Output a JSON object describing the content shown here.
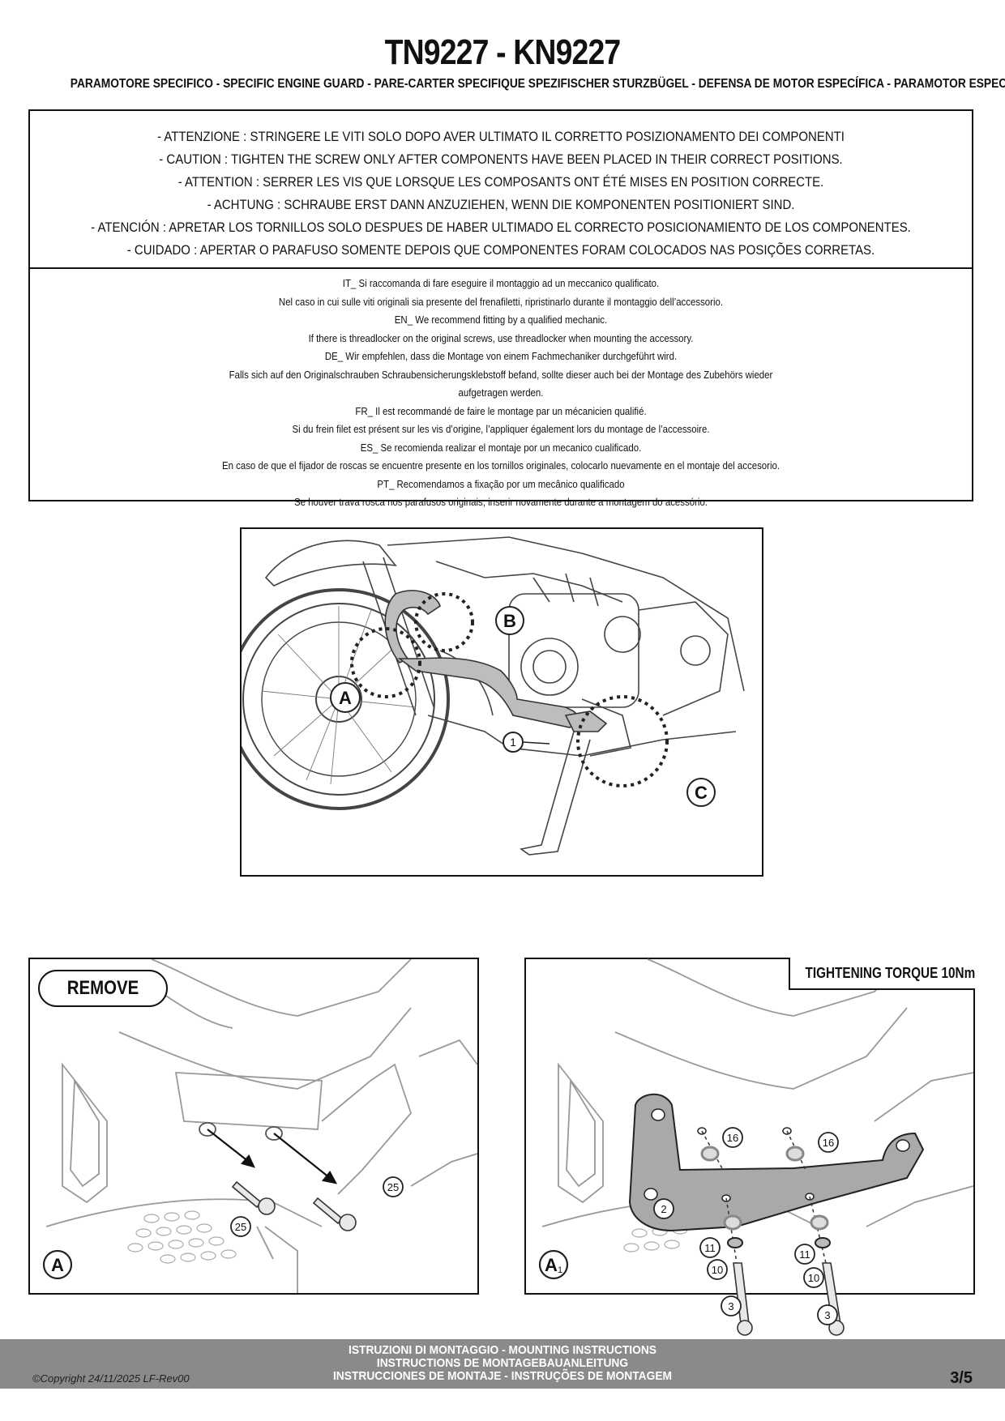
{
  "header": {
    "title": "TN9227 - KN9227",
    "subtitle": "PARAMOTORE SPECIFICO  -  SPECIFIC ENGINE GUARD - PARE-CARTER SPECIFIQUE SPEZIFISCHER STURZBÜGEL - DEFENSA DE MOTOR ESPECÍFICA - PARAMOTOR ESPECÍFICO"
  },
  "warnings": [
    "- ATTENZIONE : STRINGERE LE VITI SOLO DOPO AVER ULTIMATO IL CORRETTO POSIZIONAMENTO DEI COMPONENTI",
    "- CAUTION : TIGHTEN THE SCREW ONLY AFTER COMPONENTS HAVE BEEN PLACED IN THEIR CORRECT POSITIONS.",
    "- ATTENTION : SERRER LES VIS QUE LORSQUE LES COMPOSANTS ONT ÉTÉ MISES EN POSITION CORRECTE.",
    "- ACHTUNG : SCHRAUBE ERST DANN ANZUZIEHEN, WENN DIE KOMPONENTEN POSITIONIERT SIND.",
    "- ATENCIÓN : APRETAR LOS TORNILLOS SOLO DESPUES DE HABER ULTIMADO EL CORRECTO POSICIONAMIENTO DE LOS COMPONENTES.",
    "- CUIDADO : APERTAR O PARAFUSO SOMENTE DEPOIS QUE COMPONENTES FORAM COLOCADOS NAS POSIÇÕES CORRETAS."
  ],
  "info_lines": [
    "IT_ Si raccomanda di fare eseguire il montaggio ad un meccanico qualificato.",
    "Nel caso in cui sulle viti originali sia presente del frenafiletti, ripristinarlo durante il montaggio dell’accessorio.",
    "EN_ We recommend fitting by a qualified mechanic.",
    "If there is threadlocker on the original screws, use threadlocker when mounting the accessory.",
    "DE_ Wir empfehlen, dass die Montage von einem Fachmechaniker durchgeführt wird.",
    "Falls sich auf den Originalschrauben Schraubensicherungsklebstoff befand, sollte dieser auch bei der Montage des Zubehörs wieder",
    "aufgetragen werden.",
    "FR_ Il est recommandé de faire le montage par un mécanicien qualifié.",
    "Si du frein filet est présent sur les vis d’origine, l’appliquer également lors du montage de l’accessoire.",
    "ES_ Se recomienda realizar el montaje por un mecanico cualificado.",
    "En caso de que el fijador de roscas se encuentre presente en los tornillos originales, colocarlo nuevamente en el montaje del accesorio.",
    "PT_ Recomendamos a fixação por um mecânico qualificado",
    "Se houver trava rosca nos parafusos originais, inserir novamente durante a montagem do acessório."
  ],
  "main_figure": {
    "callout_a": "A",
    "callout_b": "B",
    "callout_c": "C",
    "part_1": "1"
  },
  "figure_a": {
    "badge": "REMOVE",
    "view_label": "A",
    "part_25": "25"
  },
  "figure_a1": {
    "torque": "TIGHTENING TORQUE 10Nm",
    "view_label": "A",
    "view_sub": "1",
    "part_2": "2",
    "part_3": "3",
    "part_10": "10",
    "part_11": "11",
    "part_16": "16"
  },
  "footer": {
    "line1": "ISTRUZIONI DI MONTAGGIO  -  MOUNTING INSTRUCTIONS",
    "line2": "INSTRUCTIONS DE MONTAGEBAUANLEITUNG",
    "line3": "INSTRUCCIONES DE MONTAJE - INSTRUÇÕES DE MONTAGEM",
    "copyright": "©Copyright 24/11/2025 LF-Rev00",
    "page": "3/5"
  }
}
